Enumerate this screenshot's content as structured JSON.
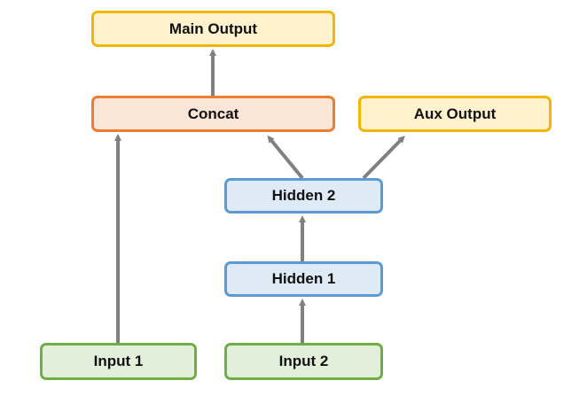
{
  "nodes": {
    "main_output": "Main Output",
    "concat": "Concat",
    "aux_output": "Aux Output",
    "hidden2": "Hidden 2",
    "hidden1": "Hidden 1",
    "input1": "Input 1",
    "input2": "Input 2"
  },
  "colors": {
    "output_fill": "#fff2cc",
    "output_border": "#f2b705",
    "concat_fill": "#fbe5d6",
    "concat_border": "#ed7d31",
    "hidden_fill": "#deebf7",
    "hidden_border": "#5b9bd5",
    "input_fill": "#e2efda",
    "input_border": "#70ad47",
    "arrow": "#808080"
  },
  "edges": [
    {
      "from": "input1",
      "to": "concat"
    },
    {
      "from": "input2",
      "to": "hidden1"
    },
    {
      "from": "hidden1",
      "to": "hidden2"
    },
    {
      "from": "hidden2",
      "to": "concat"
    },
    {
      "from": "hidden2",
      "to": "aux_output"
    },
    {
      "from": "concat",
      "to": "main_output"
    }
  ]
}
